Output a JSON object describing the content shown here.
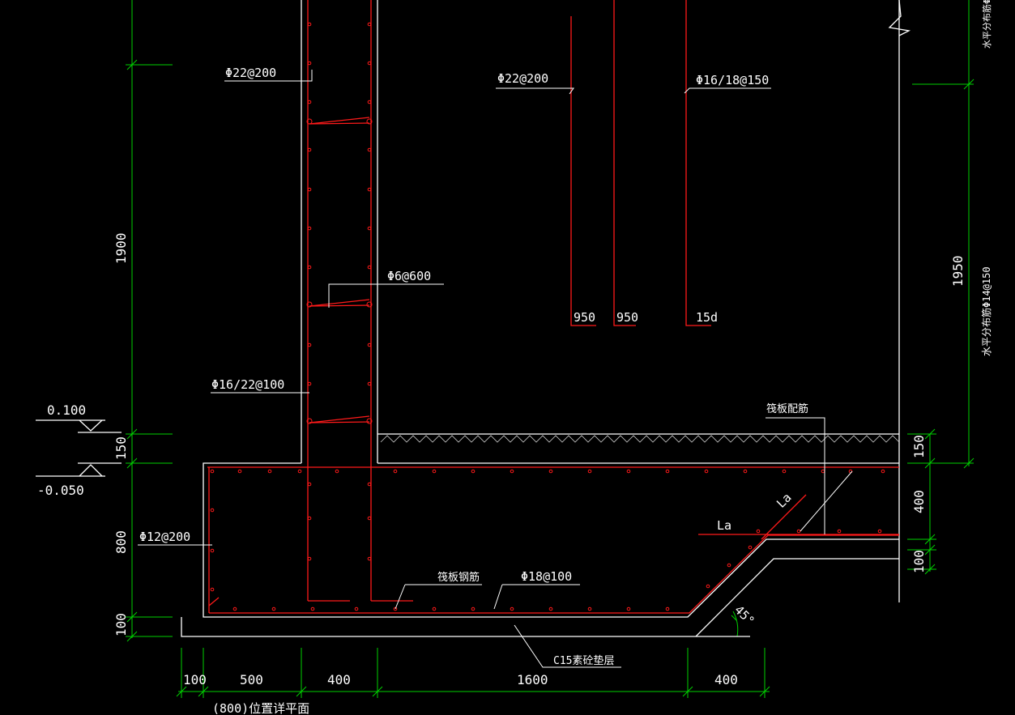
{
  "colors": {
    "background": "#000000",
    "concrete": "#ffffff",
    "rebar": "#ff1a1a",
    "dimension": "#00d100",
    "text": "#ffffff"
  },
  "rebar_labels": {
    "wall_left_vertical": "Φ22@200",
    "wall_tie": "Φ6@600",
    "wall_horizontal": "Φ16/22@100",
    "slab_edge": "Φ12@200",
    "mid_vertical_left": "Φ22@200",
    "mid_vertical_right": "Φ16/18@150",
    "anchor_950_a": "950",
    "anchor_950_b": "950",
    "anchor_15d": "15d",
    "raft_bars": "筏板钢筋",
    "raft_bottom": "Φ18@100",
    "raft_top_config": "筏板配筋",
    "la_horizontal": "La",
    "la_sloped": "La",
    "slope_angle": "45°",
    "bedding": "C15素砼垫层",
    "right_dist_top": "水平分布筋Φ",
    "right_dist_bottom": "水平分布筋Φ14@150"
  },
  "elevations": {
    "upper": "0.100",
    "lower": "-0.050"
  },
  "dims_left": [
    "1900",
    "150",
    "800",
    "100"
  ],
  "dims_right": [
    "1950",
    "150",
    "400",
    "100"
  ],
  "dims_bottom": [
    "100",
    "500",
    "400",
    "1600",
    "400"
  ],
  "footer": {
    "plan_note": "(800)位置详平面"
  }
}
